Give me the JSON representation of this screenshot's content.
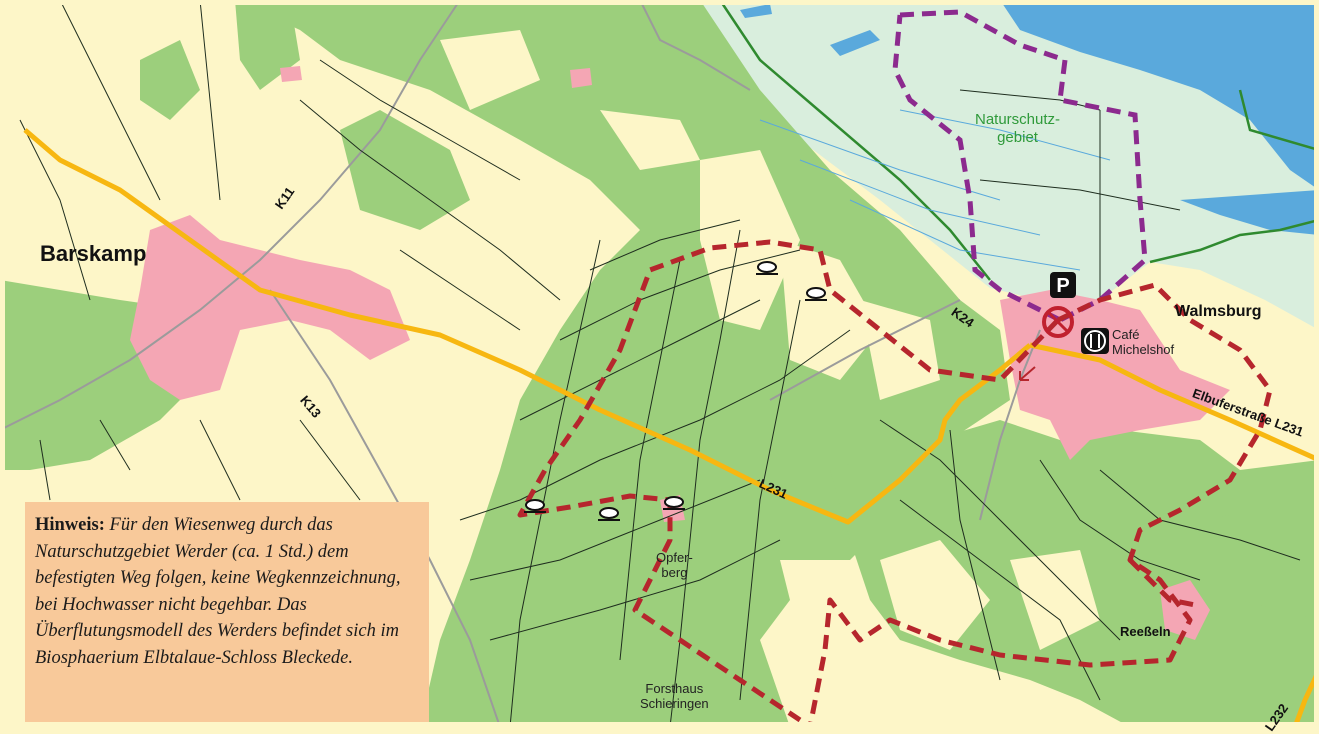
{
  "map": {
    "colors": {
      "background": "#fdf6c8",
      "forest": "#9ccf7c",
      "meadow": "#d9eedd",
      "water": "#5aa9dc",
      "settlement": "#f4a6b4",
      "main_road": "#f7b711",
      "minor_road": "#9b9b9b",
      "hiking_route": "#b6262d",
      "reserve_route": "#8c2a8e",
      "reserve_boundary": "#2f8a2f",
      "reserve_label": "#2f9a3a"
    },
    "towns": {
      "barskamp": "Barskamp",
      "walmsburg": "Walmsburg",
      "reesseln": "Reeßeln"
    },
    "places": {
      "cafe": "Café\nMichelshof",
      "opferberg": "Opfer-\nberg",
      "forsthaus": "Forsthaus\nSchieringen"
    },
    "reserve_label": "Naturschutz-\ngebiet",
    "roads": {
      "k11": "K11",
      "k13": "K13",
      "k24": "K24",
      "l231": "L231",
      "elbuferstrasse": "Elbuferstraße L231",
      "l232": "L232"
    },
    "icons": {
      "parking": "P",
      "parking_icon": "parking-icon",
      "restaurant_icon": "restaurant-icon",
      "start_icon": "start-point-icon",
      "tumulus_icon": "burial-mound-icon"
    }
  },
  "note": {
    "heading": "Hinweis:",
    "text": "Für den Wiesenweg durch das Naturschutzgebiet Werder (ca. 1 Std.) dem befestigten Weg folgen, keine Wegkennzeichnung, bei Hochwasser nicht begehbar. Das Überflutungsmodell des Werders befindet sich im Biosphaerium Elbtalaue-Schloss Bleckede."
  }
}
